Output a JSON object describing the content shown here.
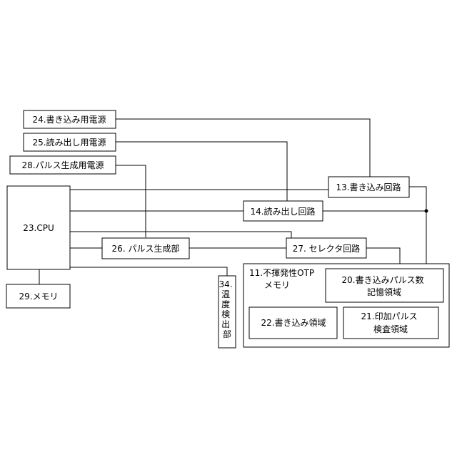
{
  "blocks": {
    "write_power": "24.書き込み用電源",
    "read_power": "25.読み出し用電源",
    "pulse_power": "28.パルス生成用電源",
    "cpu": "23.CPU",
    "memory": "29.メモリ",
    "write_circuit": "13.書き込み回路",
    "read_circuit": "14.読み出し回路",
    "pulse_gen": "26. パルス生成部",
    "selector": "27. セレクタ回路",
    "temp_sensor": [
      "34.",
      "温",
      "度",
      "検",
      "出",
      "部"
    ],
    "otp_memory": [
      "11.不揮発性OTP",
      "メモリ"
    ],
    "write_pulse_area": [
      "20.書き込みパルス数",
      "記憶領域"
    ],
    "write_area": "22.書き込み領域",
    "applied_pulse_area": [
      "21.印加パルス",
      "検査領域"
    ]
  }
}
